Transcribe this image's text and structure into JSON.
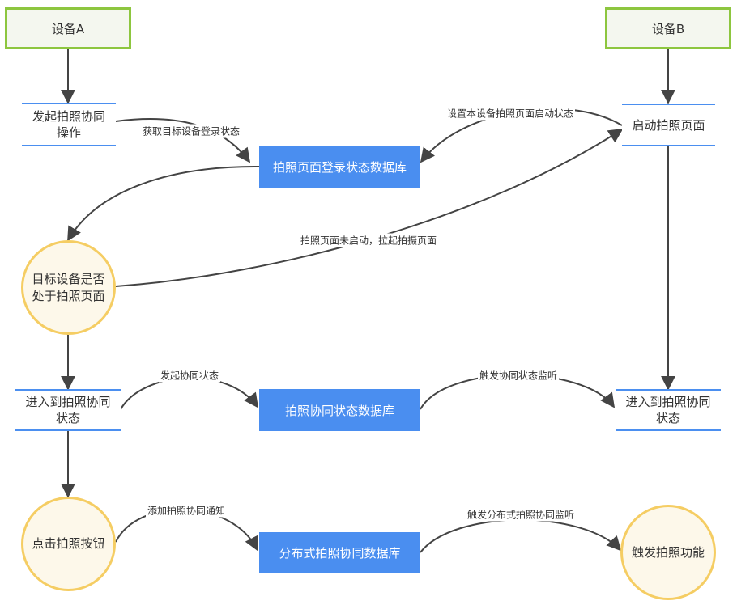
{
  "devices": {
    "a": "设备A",
    "b": "设备B"
  },
  "steps": {
    "initiate": [
      "发起拍照协同",
      "操作"
    ],
    "launch_camera": "启动拍照页面",
    "enter_a": [
      "进入到拍照协同",
      "状态"
    ],
    "enter_b": [
      "进入到拍照协同",
      "状态"
    ]
  },
  "databases": {
    "login_state": "拍照页面登录状态数据库",
    "collab_state": "拍照协同状态数据库",
    "distributed": "分布式拍照协同数据库"
  },
  "circles": {
    "check_page": [
      "目标设备是否",
      "处于拍照页面"
    ],
    "click_button": "点击拍照按钮",
    "trigger": "触发拍照功能"
  },
  "edge_labels": {
    "get_login": "获取目标设备登录状态",
    "set_state": "设置本设备拍照页面启动状态",
    "not_started": "拍照页面未启动，拉起拍摄页面",
    "start_collab": "发起协同状态",
    "trigger_listen": "触发协同状态监听",
    "add_notice": "添加拍照协同通知",
    "trigger_distributed": "触发分布式拍照协同监听"
  },
  "colors": {
    "device_border": "#8dc63f",
    "step_border": "#4b8ff0",
    "database_fill": "#4a8ef0",
    "circle_border": "#f5cd63",
    "arrow": "#444444"
  }
}
